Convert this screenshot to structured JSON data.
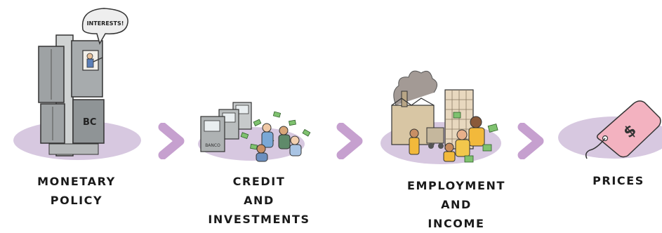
{
  "bubble_text": "INTERESTS!",
  "bank_sign": "BC",
  "atm_text": "BANCO",
  "price_symbol": "$",
  "stages": [
    {
      "id": "monetary-policy",
      "lines": [
        "MONETARY",
        "POLICY"
      ]
    },
    {
      "id": "credit-investments",
      "lines": [
        "CREDIT",
        "AND",
        "INVESTMENTS"
      ]
    },
    {
      "id": "employment-income",
      "lines": [
        "EMPLOYMENT",
        "AND",
        "INCOME"
      ]
    },
    {
      "id": "prices",
      "lines": [
        "PRICES"
      ]
    }
  ],
  "colors": {
    "ellipse": "#d7c8e0",
    "arrow": "#c6a0cf",
    "tag": "#f3b2c0",
    "money": "#7fc26f",
    "building": "#9ea2a4"
  }
}
